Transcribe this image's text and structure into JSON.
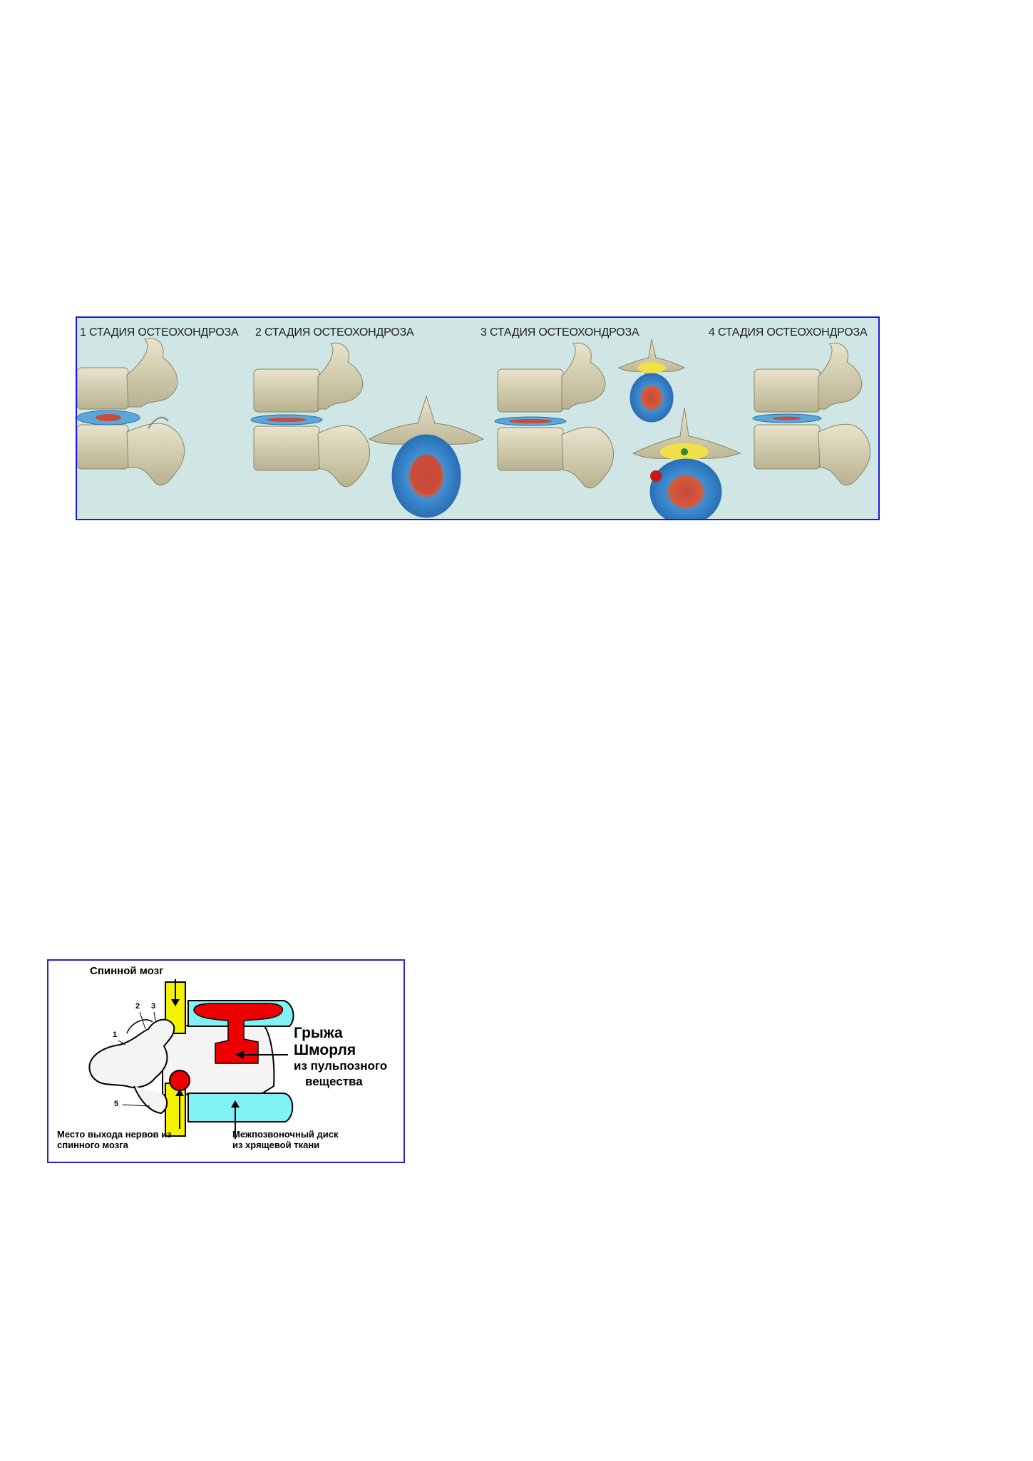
{
  "figure1": {
    "stages": [
      "1 СТАДИЯ ОСТЕОХОНДРОЗА",
      "2 СТАДИЯ ОСТЕОХОНДРОЗА",
      "3 СТАДИЯ ОСТЕОХОНДРОЗА",
      "4 СТАДИЯ ОСТЕОХОНДРОЗА"
    ]
  },
  "figure2": {
    "spinal_cord_label": "Спинной мозг",
    "hernia_label_line1": "Грыжа",
    "hernia_label_line2": "Шморля",
    "hernia_label_line3": "из пульпозного",
    "hernia_label_line4": "вещества",
    "nerve_exit_line1": "Место выхода нервов из",
    "nerve_exit_line2": "спинного мозга",
    "disc_line1": "Межпозвоночный диск",
    "disc_line2": "из хрящевой ткани",
    "numbers": [
      "1",
      "2",
      "3",
      "5"
    ],
    "colors": {
      "spinal_cord": "#f5f200",
      "disc": "#7ff2f5",
      "hernia": "#ee0000"
    }
  }
}
